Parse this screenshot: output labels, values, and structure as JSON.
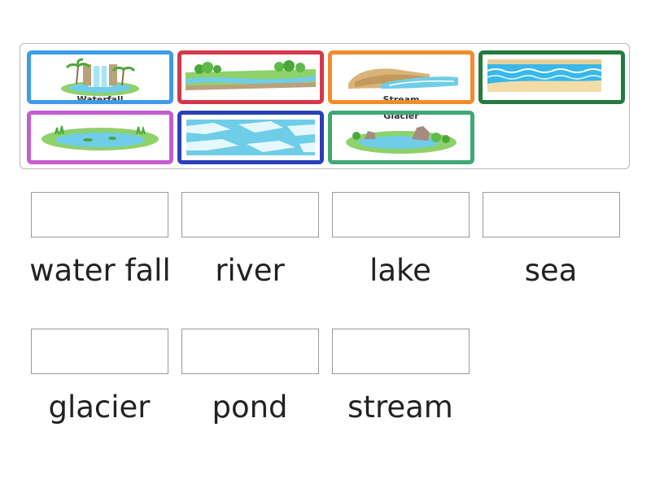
{
  "tiles": [
    {
      "id": "waterfall",
      "border": "#3d9be9",
      "icon": "waterfall-image",
      "caption": "Waterfall"
    },
    {
      "id": "river",
      "border": "#d2384a",
      "icon": "river-image",
      "caption": ""
    },
    {
      "id": "stream",
      "border": "#f08c2c",
      "icon": "stream-image",
      "caption": "Stream"
    },
    {
      "id": "sea",
      "border": "#257a3e",
      "icon": "sea-image",
      "caption": ""
    },
    {
      "id": "pond",
      "border": "#c55ccf",
      "icon": "pond-image",
      "caption": ""
    },
    {
      "id": "glacier-ice",
      "border": "#2a40b8",
      "icon": "ice-image",
      "caption": ""
    },
    {
      "id": "lake",
      "border": "#3fa877",
      "icon": "lake-image",
      "caption": "Glacier"
    }
  ],
  "targets": [
    {
      "label": "water fall"
    },
    {
      "label": "river"
    },
    {
      "label": "lake"
    },
    {
      "label": "sea"
    },
    {
      "label": "glacier"
    },
    {
      "label": "pond"
    },
    {
      "label": "stream"
    }
  ]
}
